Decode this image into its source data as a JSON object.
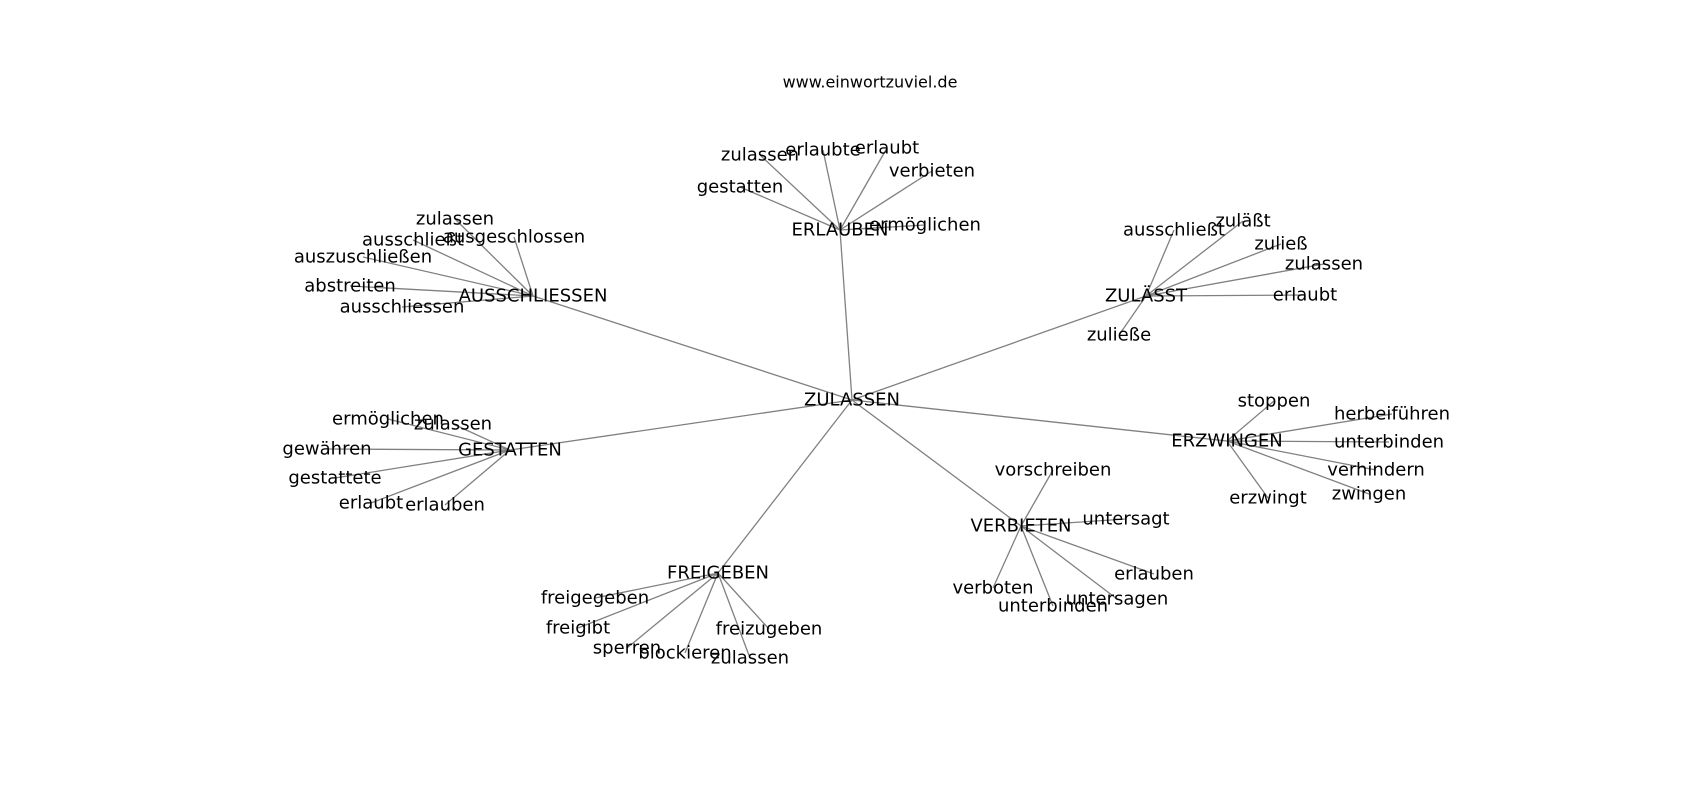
{
  "site_label": "www.einwortzuviel.de",
  "colors": {
    "edge": "#808080",
    "text": "#000000",
    "background": "#ffffff"
  },
  "graph": {
    "center": {
      "id": "zulassen_root",
      "label": "ZULASSEN"
    },
    "hubs": [
      {
        "id": "erlauben",
        "label": "ERLAUBEN",
        "leaves": [
          {
            "id": "erlauben_zulassen",
            "label": "zulassen"
          },
          {
            "id": "erlauben_erlaubte",
            "label": "erlaubte"
          },
          {
            "id": "erlauben_erlaubt",
            "label": "erlaubt"
          },
          {
            "id": "erlauben_verbieten",
            "label": "verbieten"
          },
          {
            "id": "erlauben_gestatten",
            "label": "gestatten"
          },
          {
            "id": "erlauben_ermoeglichen",
            "label": "ermöglichen"
          }
        ]
      },
      {
        "id": "ausschliessen",
        "label": "AUSSCHLIESSEN",
        "leaves": [
          {
            "id": "ausschliessen_zulassen",
            "label": "zulassen"
          },
          {
            "id": "ausschliessen_ausgeschlossen",
            "label": "ausgeschlossen"
          },
          {
            "id": "ausschliessen_ausschliesst",
            "label": "ausschließt"
          },
          {
            "id": "ausschliessen_auszuschliessen",
            "label": "auszuschließen"
          },
          {
            "id": "ausschliessen_abstreiten",
            "label": "abstreiten"
          },
          {
            "id": "ausschliessen_ausschliessen",
            "label": "ausschliessen"
          }
        ]
      },
      {
        "id": "zulaesst",
        "label": "ZULÄSST",
        "leaves": [
          {
            "id": "zulaesst_ausschliesst",
            "label": "ausschließt"
          },
          {
            "id": "zulaesst_zulaesst",
            "label": "zuläßt"
          },
          {
            "id": "zulaesst_zuliess",
            "label": "zuließ"
          },
          {
            "id": "zulaesst_zulassen",
            "label": "zulassen"
          },
          {
            "id": "zulaesst_erlaubt",
            "label": "erlaubt"
          },
          {
            "id": "zulaesst_zuliesse",
            "label": "zuließe"
          }
        ]
      },
      {
        "id": "gestatten",
        "label": "GESTATTEN",
        "leaves": [
          {
            "id": "gestatten_ermoeglichen",
            "label": "ermöglichen"
          },
          {
            "id": "gestatten_zulassen",
            "label": "zulassen"
          },
          {
            "id": "gestatten_gewaehren",
            "label": "gewähren"
          },
          {
            "id": "gestatten_gestattete",
            "label": "gestattete"
          },
          {
            "id": "gestatten_erlaubt",
            "label": "erlaubt"
          },
          {
            "id": "gestatten_erlauben",
            "label": "erlauben"
          }
        ]
      },
      {
        "id": "erzwingen",
        "label": "ERZWINGEN",
        "leaves": [
          {
            "id": "erzwingen_stoppen",
            "label": "stoppen"
          },
          {
            "id": "erzwingen_herbeifuehren",
            "label": "herbeiführen"
          },
          {
            "id": "erzwingen_unterbinden",
            "label": "unterbinden"
          },
          {
            "id": "erzwingen_verhindern",
            "label": "verhindern"
          },
          {
            "id": "erzwingen_zwingen",
            "label": "zwingen"
          },
          {
            "id": "erzwingen_erzwingt",
            "label": "erzwingt"
          }
        ]
      },
      {
        "id": "verbieten",
        "label": "VERBIETEN",
        "leaves": [
          {
            "id": "verbieten_vorschreiben",
            "label": "vorschreiben"
          },
          {
            "id": "verbieten_untersagt",
            "label": "untersagt"
          },
          {
            "id": "verbieten_erlauben",
            "label": "erlauben"
          },
          {
            "id": "verbieten_untersagen",
            "label": "untersagen"
          },
          {
            "id": "verbieten_unterbinden",
            "label": "unterbinden"
          },
          {
            "id": "verbieten_verboten",
            "label": "verboten"
          }
        ]
      },
      {
        "id": "freigeben",
        "label": "FREIGEBEN",
        "leaves": [
          {
            "id": "freigeben_freigegeben",
            "label": "freigegeben"
          },
          {
            "id": "freigeben_freigibt",
            "label": "freigibt"
          },
          {
            "id": "freigeben_sperren",
            "label": "sperren"
          },
          {
            "id": "freigeben_blockieren",
            "label": "blockieren"
          },
          {
            "id": "freigeben_zulassen",
            "label": "zulassen"
          },
          {
            "id": "freigeben_freizugeben",
            "label": "freizugeben"
          }
        ]
      }
    ]
  }
}
